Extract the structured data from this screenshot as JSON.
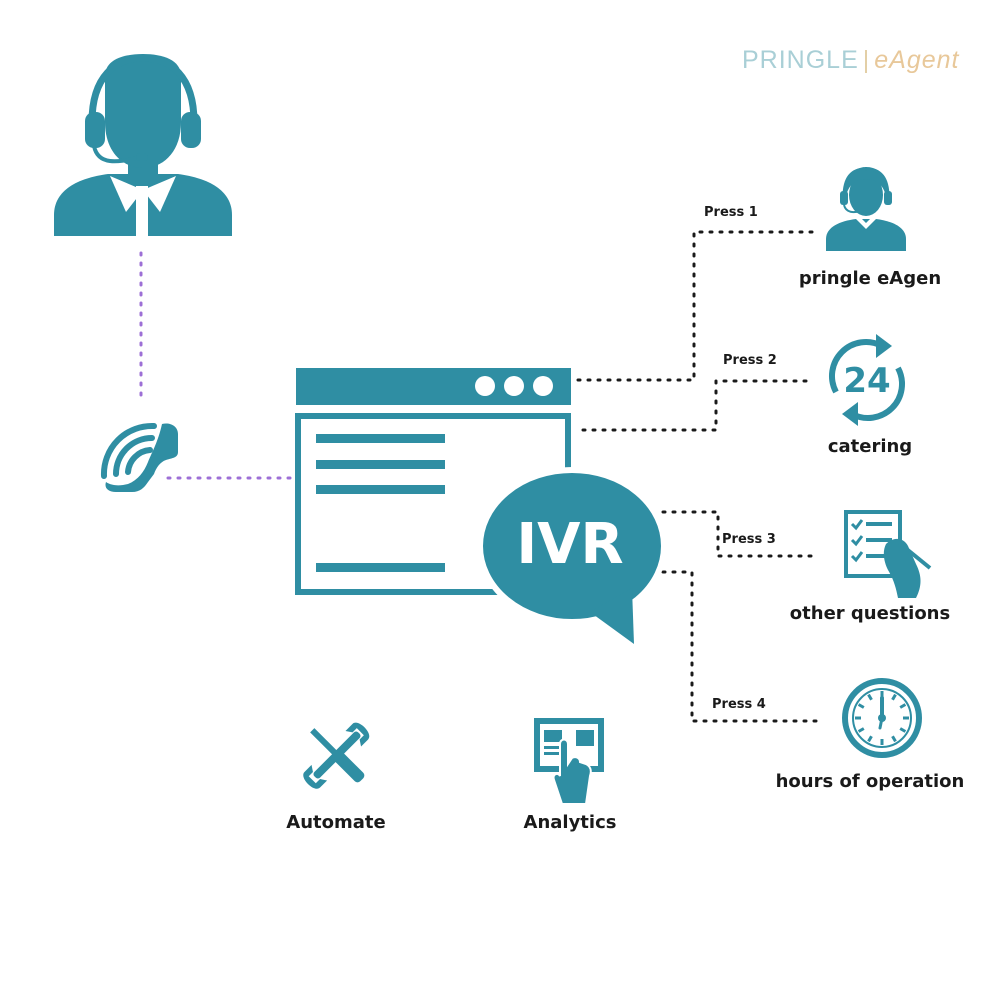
{
  "brand": {
    "logo_primary": "PRINGLE",
    "logo_secondary": "eAgent"
  },
  "colors": {
    "teal": "#2f8ea3",
    "connector_purple": "#9d6fd6",
    "dots": "#1a1a1a"
  },
  "ivr": {
    "label": "IVR"
  },
  "menu": [
    {
      "press": "Press 1",
      "label": "pringle eAgen",
      "icon": "female-agent-icon"
    },
    {
      "press": "Press 2",
      "label": "catering",
      "icon": "24-hour-icon"
    },
    {
      "press": "Press 3",
      "label": "other questions",
      "icon": "checklist-icon"
    },
    {
      "press": "Press 4",
      "label": "hours of operation",
      "icon": "clock-icon"
    }
  ],
  "features": [
    {
      "label": "Automate",
      "icon": "tools-icon"
    },
    {
      "label": "Analytics",
      "icon": "analytics-icon"
    }
  ]
}
